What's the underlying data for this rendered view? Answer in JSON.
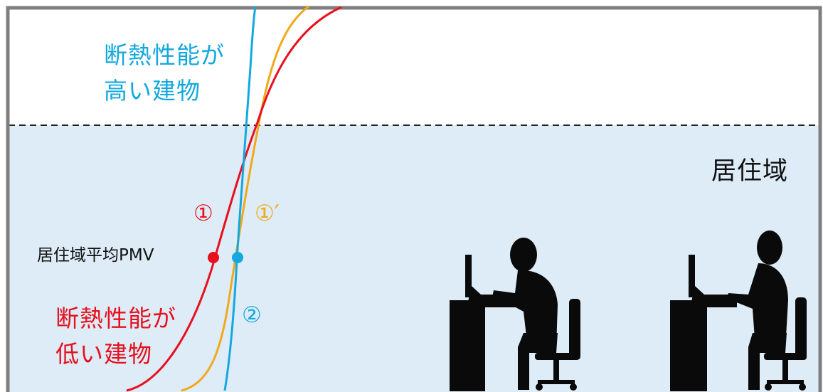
{
  "labels": {
    "high_insulation": [
      "断熱性能が",
      "高い建物"
    ],
    "low_insulation": [
      "断熱性能が",
      "低い建物"
    ],
    "occupied_zone": "居住域",
    "zone_average_pmv": "居住域平均PMV",
    "curve_1": "①",
    "curve_1_prime": "①′",
    "curve_2": "②"
  },
  "colors": {
    "curve_1": "#e8101e",
    "curve_1_prime": "#f2a81c",
    "curve_2": "#14a8df",
    "occupied_zone_fill": "#ddecf6",
    "frame": "#7f7f7f",
    "dashed_boundary": "#222222",
    "silhouette": "#0a0a0a",
    "text": "#111111"
  },
  "icons": [
    "office-worker-silhouette",
    "office-worker-silhouette"
  ]
}
